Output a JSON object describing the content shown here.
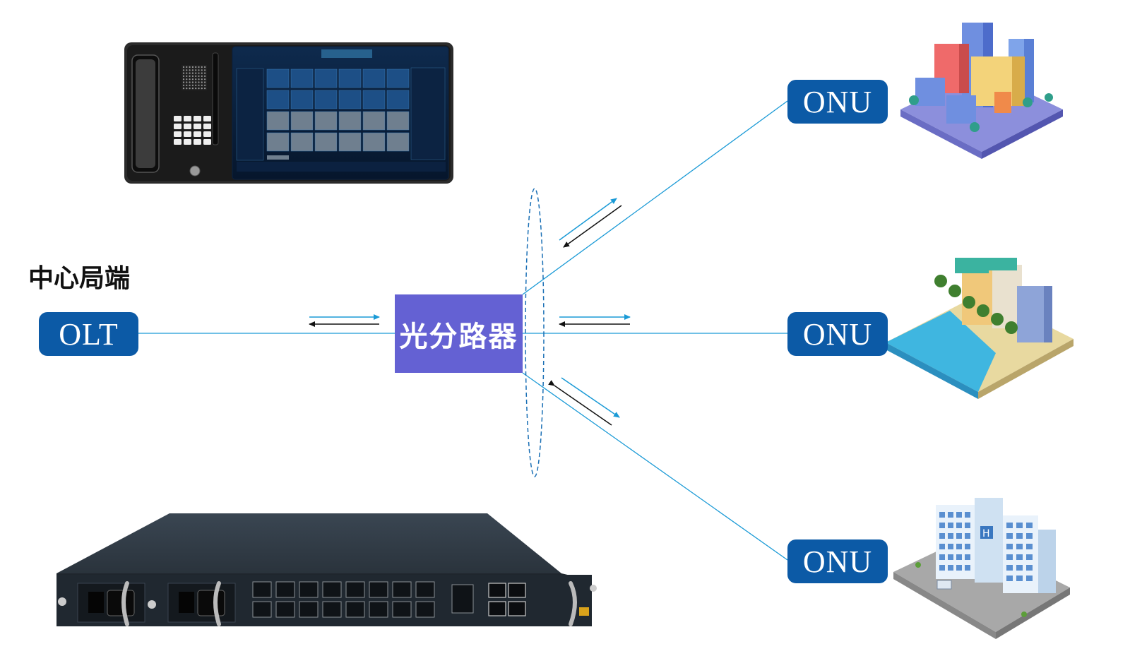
{
  "central_office_label": "中心局端",
  "olt_label": "OLT",
  "splitter_label": "光分路器",
  "onu_labels": [
    "ONU",
    "ONU",
    "ONU"
  ],
  "colors": {
    "pill": "#0c5aa6",
    "splitter": "#6461d3",
    "fiber": "#1a9ad6",
    "arrow_dark": "#111111"
  },
  "images": [
    "dispatch-console-terminal",
    "olt-rack-device",
    "city-buildings",
    "beach-resort-buildings",
    "hospital-building"
  ]
}
